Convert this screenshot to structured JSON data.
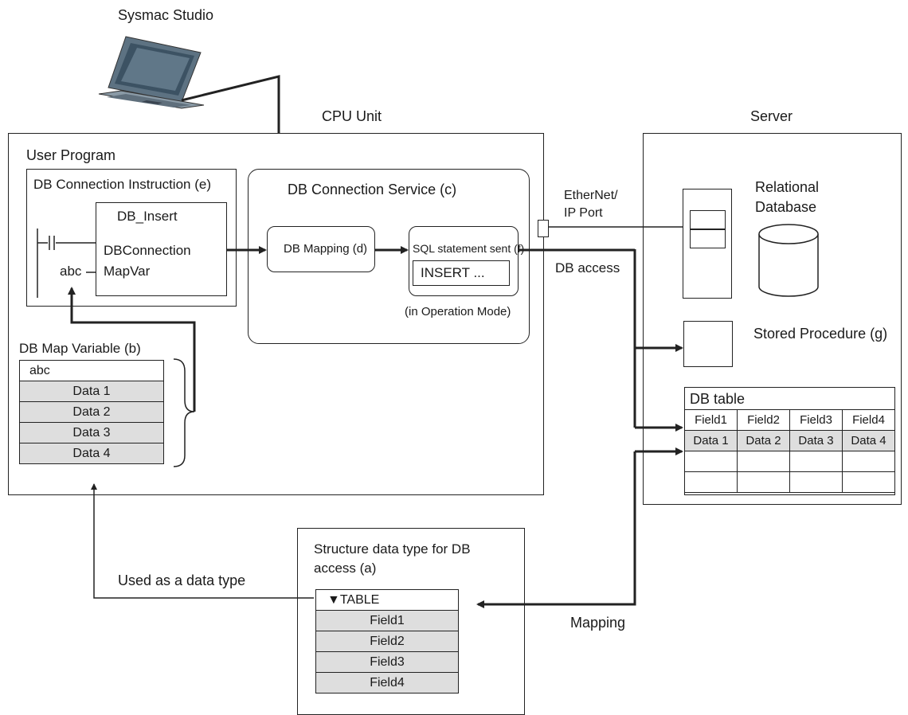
{
  "labels": {
    "sysmac_studio": "Sysmac Studio",
    "cpu_unit": "CPU Unit",
    "server": "Server",
    "user_program": "User Program",
    "db_connection_instruction": "DB Connection Instruction (e)",
    "db_insert": "DB_Insert",
    "dbconnection": "DBConnection",
    "mapvar": "MapVar",
    "abc_ladder": "abc",
    "db_connection_service": "DB Connection Service (c)",
    "db_mapping": "DB Mapping (d)",
    "sql_statement_sent": "SQL statement sent (f)",
    "insert_text": "INSERT ...",
    "in_operation_mode": "(in Operation Mode)",
    "ethernet_ip_port_line1": "EtherNet/",
    "ethernet_ip_port_line2": "IP Port",
    "db_access": "DB access",
    "relational_database_line1": "Relational",
    "relational_database_line2": "Database",
    "stored_procedure": "Stored Procedure (g)",
    "db_map_variable": "DB Map Variable (b)",
    "db_table": "DB table",
    "structure_data_type_line1": "Structure data type for DB",
    "structure_data_type_line2": "access (a)",
    "used_as_a_data_type": "Used as a data type",
    "mapping": "Mapping"
  },
  "db_map_variable": {
    "header": "abc",
    "rows": [
      "Data 1",
      "Data 2",
      "Data 3",
      "Data 4"
    ]
  },
  "db_table": {
    "columns": [
      "Field1",
      "Field2",
      "Field3",
      "Field4"
    ],
    "data_row": [
      "Data 1",
      "Data 2",
      "Data 3",
      "Data 4"
    ]
  },
  "structure_type": {
    "header": "▼TABLE",
    "fields": [
      "Field1",
      "Field2",
      "Field3",
      "Field4"
    ]
  },
  "colors": {
    "line": "#222222",
    "shade": "#dedede",
    "laptop_body": "#6f8594",
    "laptop_screen": "#2a3a4a"
  }
}
